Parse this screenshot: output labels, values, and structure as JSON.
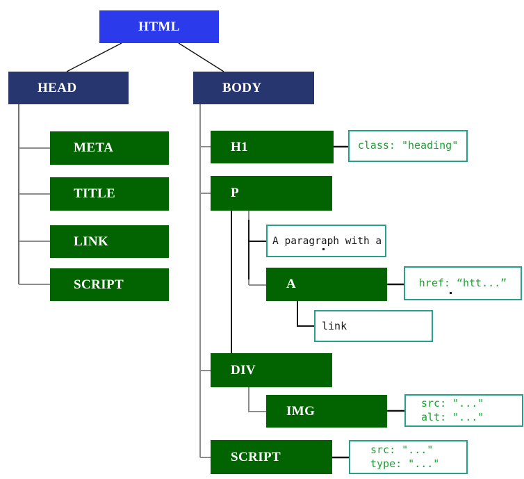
{
  "diagram": {
    "description_root": "HTML",
    "nodes": {
      "html": {
        "label": "HTML"
      },
      "head": {
        "label": "HEAD"
      },
      "body": {
        "label": "BODY"
      },
      "meta": {
        "label": "META"
      },
      "title": {
        "label": "TITLE"
      },
      "link": {
        "label": "LINK"
      },
      "script_head": {
        "label": "SCRIPT"
      },
      "h1": {
        "label": "H1"
      },
      "p": {
        "label": "P"
      },
      "a": {
        "label": "A"
      },
      "div": {
        "label": "DIV"
      },
      "img": {
        "label": "IMG"
      },
      "script_body": {
        "label": "SCRIPT"
      }
    },
    "text_nodes": {
      "paragraph": {
        "text": "A paragraph with a"
      },
      "link_text": {
        "text": "link"
      }
    },
    "annotations": {
      "h1_attrs": {
        "line1": "class: \"heading\""
      },
      "a_attrs": {
        "line1": "href: “htt...”"
      },
      "img_attrs": {
        "line1": "src: \"...\"",
        "line2": "alt: \"...\""
      },
      "script_attrs": {
        "line1": "src: \"...\"",
        "line2": "type: \"...\""
      }
    }
  },
  "colors": {
    "node_blue": "#2b3beb",
    "node_navy": "#27366f",
    "node_green": "#016401",
    "annot_border": "#27a089",
    "annot_text": "#1ba332",
    "label_text": "#ffffff",
    "line_gray": "#8c8c8c",
    "line_dark": "#4a4a4a",
    "line_black": "#141414"
  }
}
